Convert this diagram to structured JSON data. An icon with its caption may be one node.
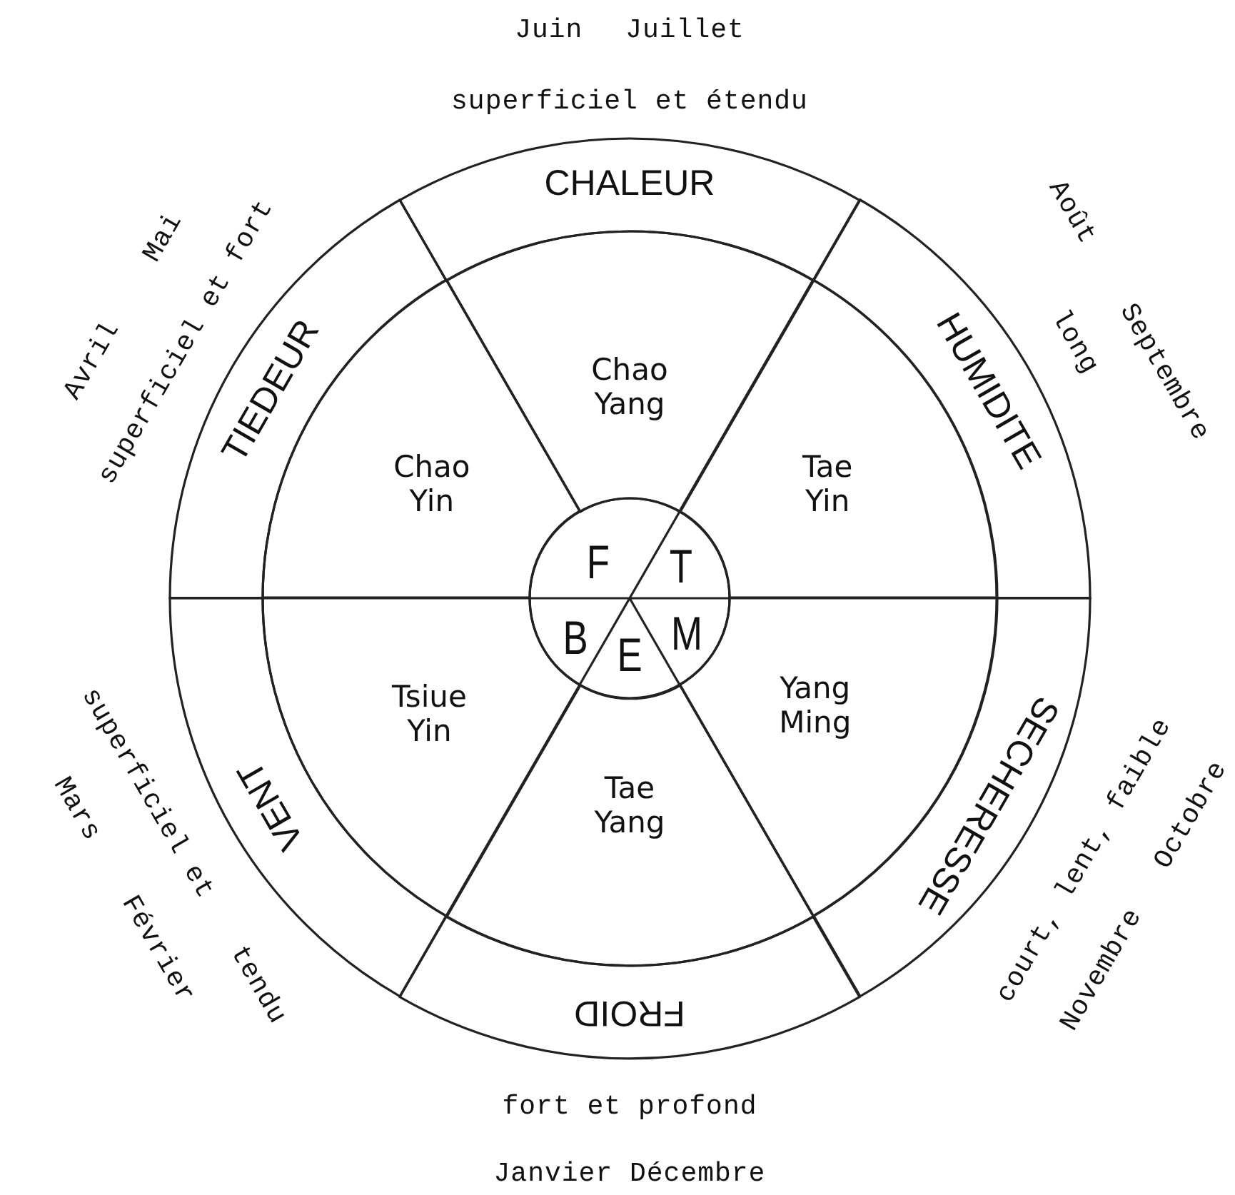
{
  "diagram": {
    "nodes": [
      {
        "text": [
          "CHALEUR"
        ],
        "beside": [
          "superficiel et étendu",
          "Juin Juillet"
        ]
      },
      {
        "text": [
          "HUMIDITE"
        ],
        "beside": [
          "long",
          "Août Septembre"
        ]
      },
      {
        "text": [
          "SECHERESSE"
        ],
        "beside": [
          "court, lent, faible",
          "Novembre Octobre"
        ]
      },
      {
        "text": [
          "FROID"
        ],
        "beside": [
          "fort et profond",
          "Janvier Décembre"
        ]
      },
      {
        "text": [
          "VENT"
        ],
        "beside": [
          "superficiel et tendu",
          "Mars Février"
        ]
      },
      {
        "text": [
          "TIEDEUR"
        ],
        "beside": [
          "superficiel et fort",
          "Avril Mai"
        ]
      },
      {
        "text": [
          "Chao Yang"
        ]
      },
      {
        "text": [
          "Tae Yin"
        ]
      },
      {
        "text": [
          "Yang Ming"
        ]
      },
      {
        "text": [
          "Tae Yang"
        ]
      },
      {
        "text": [
          "Tsiue Yin"
        ]
      },
      {
        "text": [
          "Chao Yin"
        ]
      },
      {
        "text": [
          "F",
          "T",
          "B",
          "E",
          "M"
        ]
      }
    ]
  }
}
